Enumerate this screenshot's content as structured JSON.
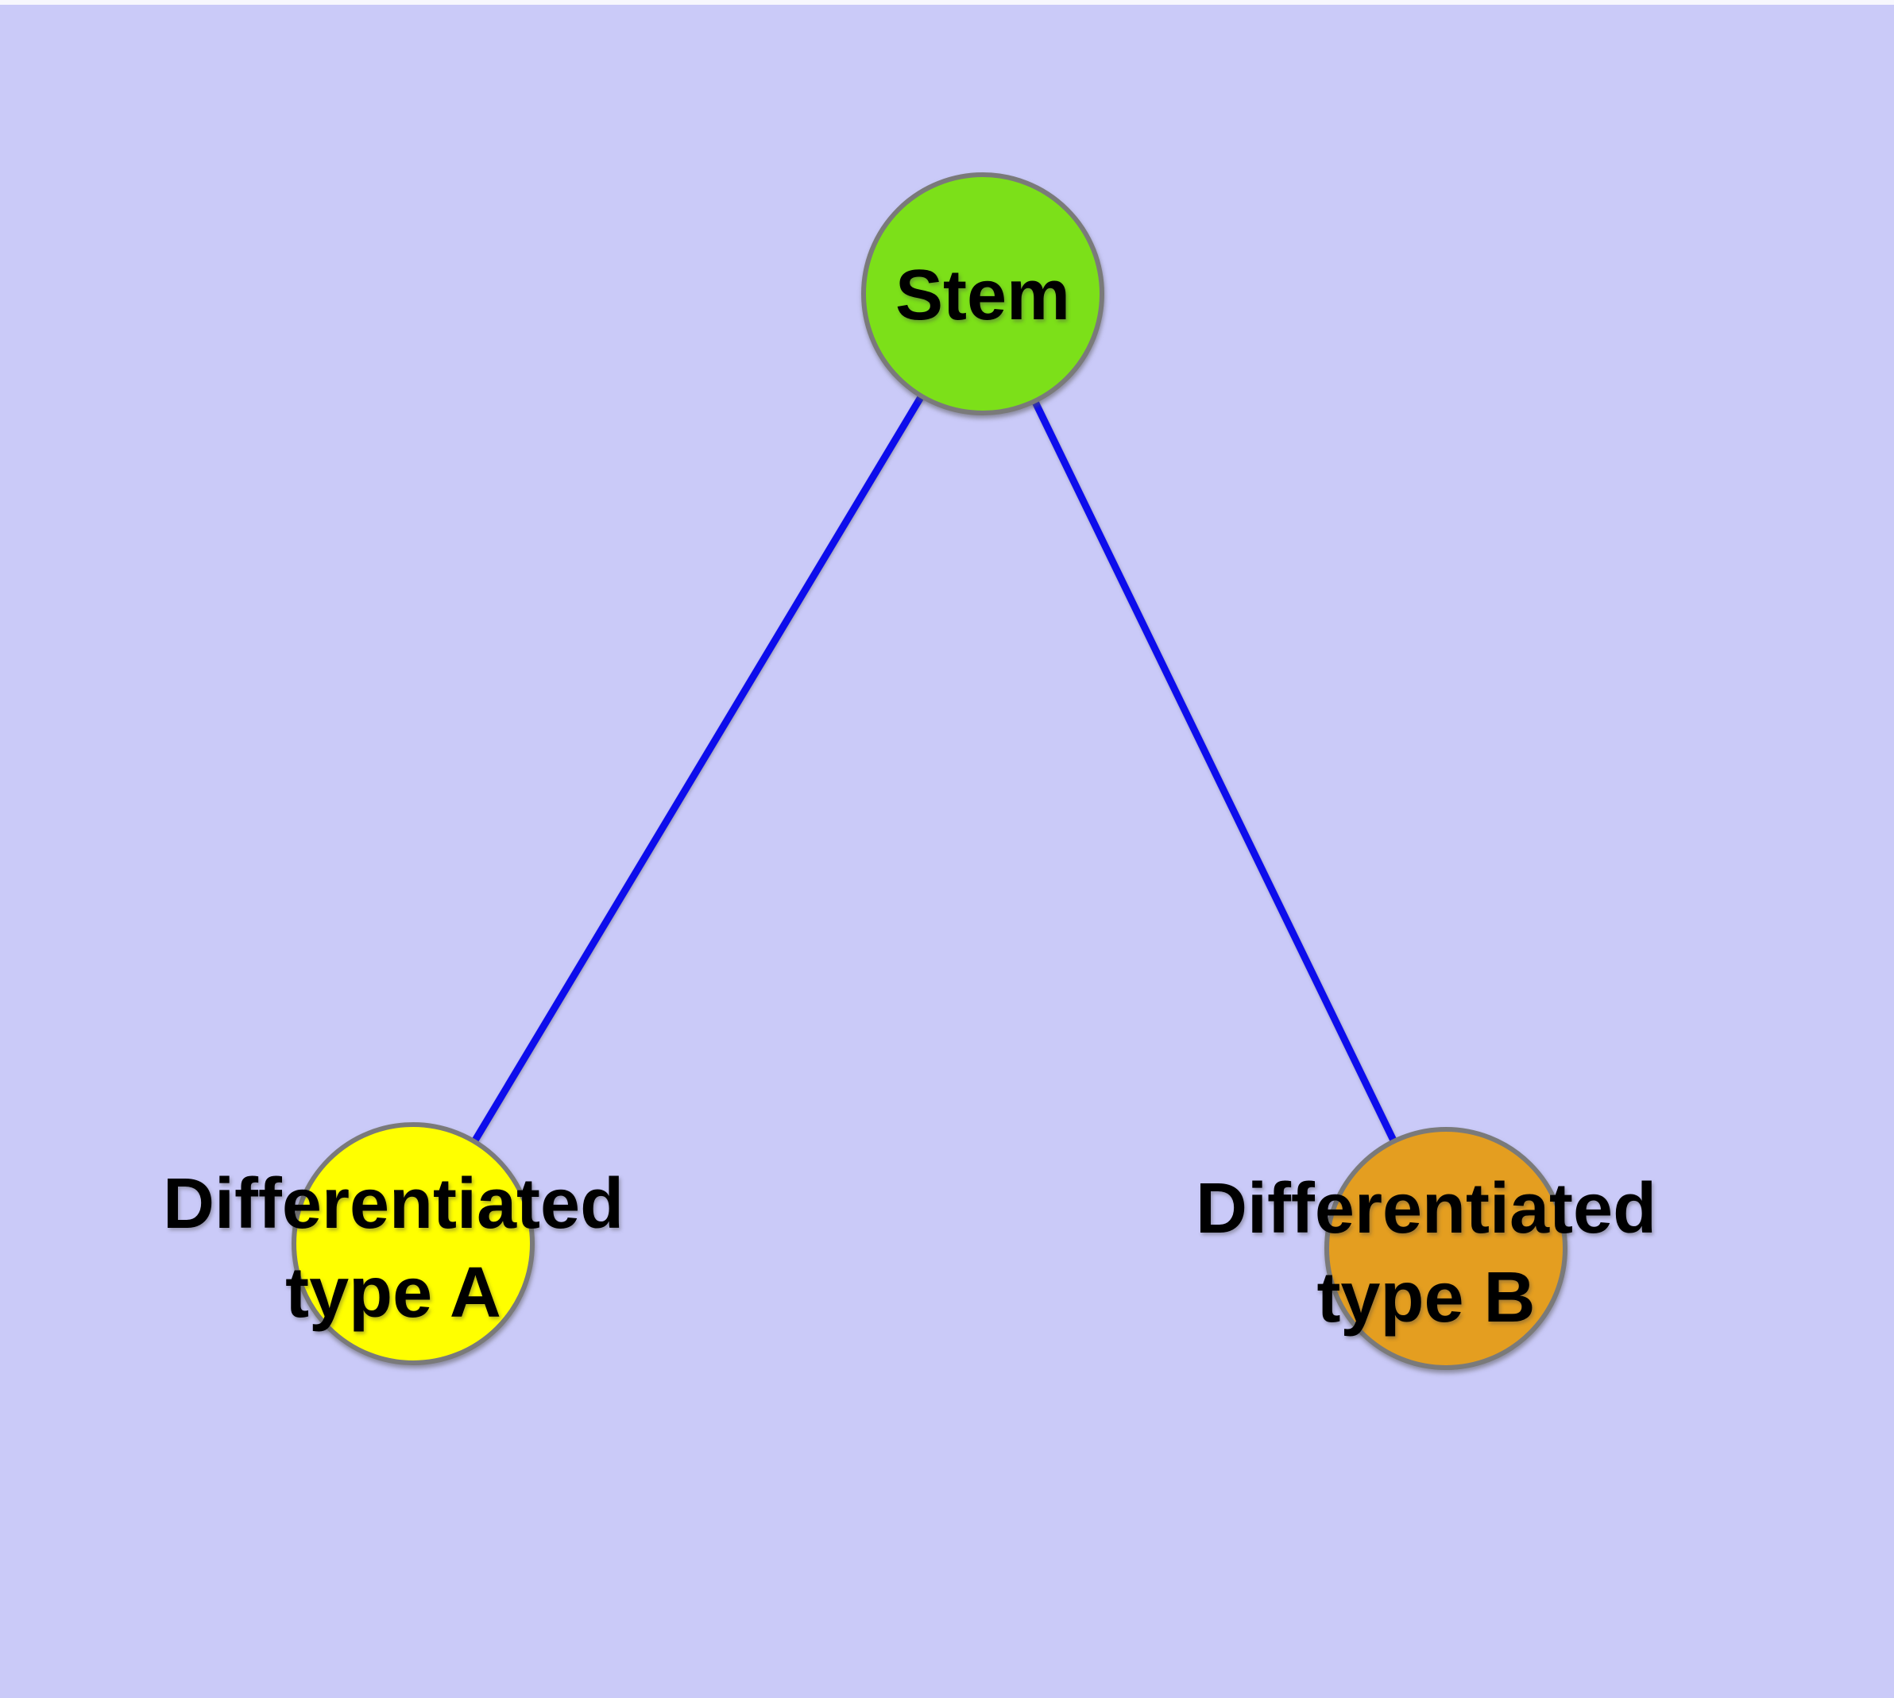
{
  "diagram": {
    "background_color": "#cacaf8",
    "top_strip_color": "#f7f7fd",
    "edge_color": "#0d0dec",
    "node_border_color": "#7a7a7a",
    "nodes": [
      {
        "id": "stem",
        "label": "Stem",
        "label_lines": [
          "Stem"
        ],
        "color": "#7ce019"
      },
      {
        "id": "type-a",
        "label": "Differentiated type A",
        "label_lines": [
          "Differentiated",
          "type A"
        ],
        "color": "#ffff00"
      },
      {
        "id": "type-b",
        "label": "Differentiated type B",
        "label_lines": [
          "Differentiated",
          "type B"
        ],
        "color": "#e49e20"
      }
    ],
    "edges": [
      {
        "from": "Stem",
        "to": "Differentiated type A"
      },
      {
        "from": "Stem",
        "to": "Differentiated type B"
      }
    ]
  }
}
